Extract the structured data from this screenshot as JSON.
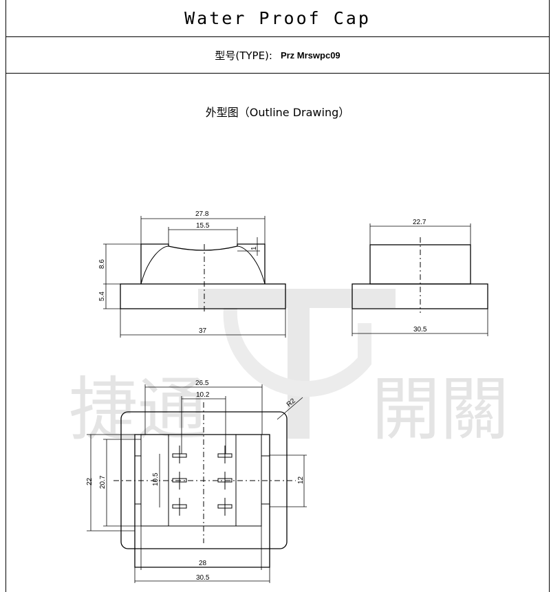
{
  "header": {
    "title": "Water Proof Cap",
    "type_label": "型号(TYPE):",
    "type_value": "Prz Mrswpc09"
  },
  "drawing": {
    "section_title": "外型图（Outline Drawing）",
    "watermark": {
      "chars": [
        "捷",
        "通",
        "開",
        "關"
      ]
    },
    "front_view": {
      "dims": {
        "top_width": "27.8",
        "inner_width": "15.5",
        "recess": "1",
        "body_height": "8.6",
        "flange_height": "5.4",
        "base_width": "37"
      }
    },
    "side_view": {
      "dims": {
        "top_width": "22.7",
        "base_width": "30.5"
      }
    },
    "bottom_view": {
      "dims": {
        "outer_width": "26.5",
        "inner_width": "10.2",
        "radius": "R2",
        "outer_height": "22",
        "inner_height": "20.7",
        "slot_height": "10.5",
        "right_height": "12",
        "mid_width": "28",
        "base_width": "30.5"
      }
    }
  }
}
